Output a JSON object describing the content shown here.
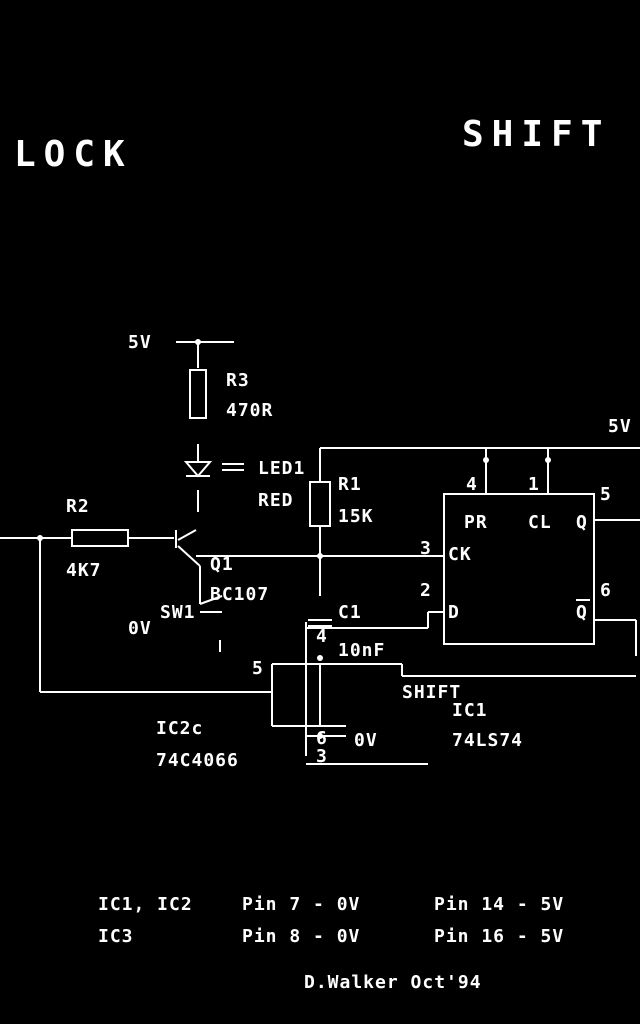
{
  "headers": {
    "lock": "LOCK",
    "shift": "SHIFT"
  },
  "power": {
    "supply_5v_left": "5V",
    "supply_5v_right": "5V",
    "ground_sw1": "0V",
    "ground_ic2": "0V"
  },
  "components": {
    "r3": {
      "ref": "R3",
      "value": "470R"
    },
    "led1": {
      "ref": "LED1",
      "value": "RED"
    },
    "r1": {
      "ref": "R1",
      "value": "15K"
    },
    "r2": {
      "ref": "R2",
      "value": "4K7"
    },
    "q1": {
      "ref": "Q1",
      "value": "BC107"
    },
    "sw1": {
      "ref": "SW1"
    },
    "c1": {
      "ref": "C1",
      "value": "10nF"
    },
    "ic2c": {
      "ref": "IC2c",
      "value": "74C4066"
    },
    "ic1": {
      "ref": "IC1",
      "value": "74LS74"
    }
  },
  "ic1_pins": {
    "pr": "PR",
    "cl": "CL",
    "q": "Q",
    "ck": "CK",
    "d": "D",
    "qbar": "Q",
    "n4": "4",
    "n1": "1",
    "n5": "5",
    "n3": "3",
    "n2": "2",
    "n6": "6"
  },
  "ic2_pins": {
    "n4": "4",
    "n5": "5",
    "n6": "6",
    "n3": "3"
  },
  "net_labels": {
    "shift": "SHIFT"
  },
  "notes": {
    "line1_ic": "IC1, IC2",
    "line1_pin_a": "Pin 7 - 0V",
    "line1_pin_b": "Pin 14 - 5V",
    "line2_ic": "IC3",
    "line2_pin_a": "Pin 8 - 0V",
    "line2_pin_b": "Pin 16 - 5V",
    "credit": "D.Walker Oct'94"
  }
}
